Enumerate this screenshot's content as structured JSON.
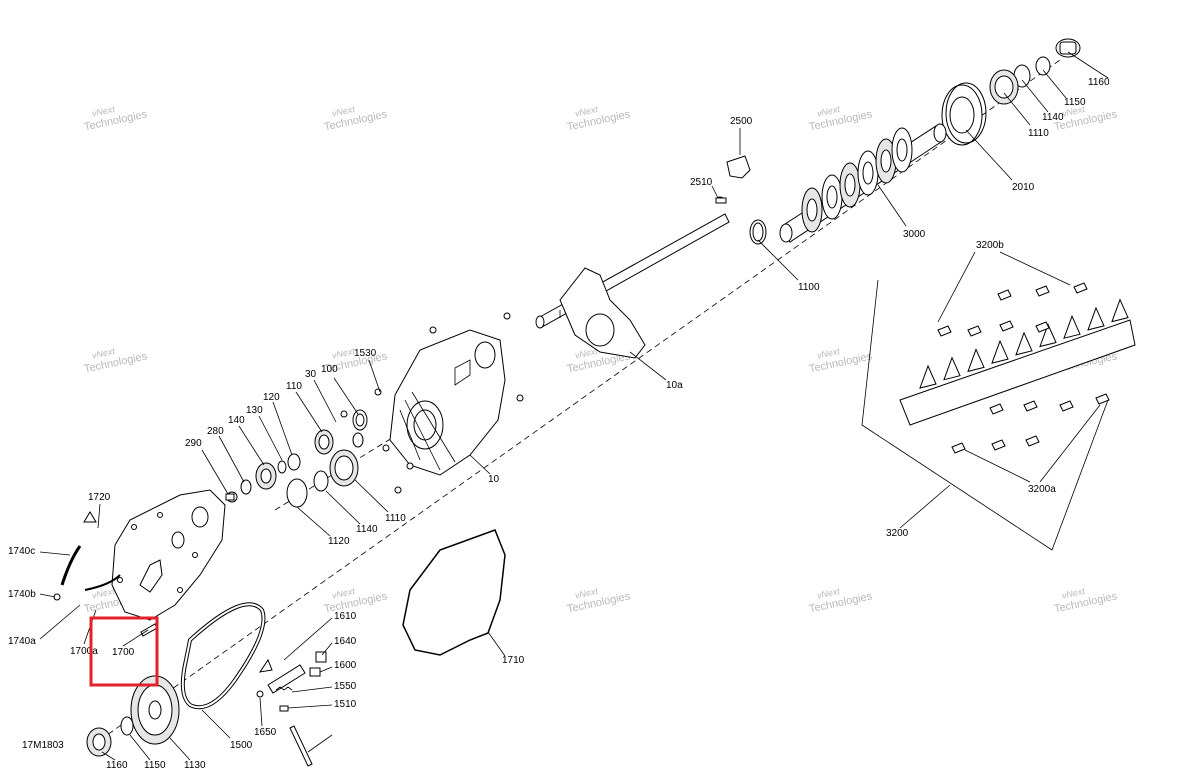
{
  "watermark": {
    "line1": "vNext",
    "line2": "Technologies",
    "repeat": 15
  },
  "highlight_color": "#e3212b",
  "line_color": "#000000",
  "watermark_color": "#b9b9b9",
  "callouts": {
    "p10": "10",
    "p10a": "10a",
    "p30": "30",
    "p100": "100",
    "p110": "110",
    "p120": "120",
    "p130": "130",
    "p140": "140",
    "p280": "280",
    "p290": "290",
    "p1100": "1100",
    "p1110a": "1110",
    "p1110b": "1110",
    "p1120": "1120",
    "p1130": "1130",
    "p1140a": "1140",
    "p1140b": "1140",
    "p1150a": "1150",
    "p1150b": "1150",
    "p1160a": "1160",
    "p1160b": "1160",
    "p1500": "1500",
    "p1510": "1510",
    "p1530": "1530",
    "p1550": "1550",
    "p1600": "1600",
    "p1610": "1610",
    "p1640": "1640",
    "p1650": "1650",
    "p1700": "1700",
    "p1700a": "1700a",
    "p1710": "1710",
    "p1720": "1720",
    "p1740a": "1740a",
    "p1740b": "1740b",
    "p1740c": "1740c",
    "p2010": "2010",
    "p2500": "2500",
    "p2510": "2510",
    "p3000": "3000",
    "p3200": "3200",
    "p3200a": "3200a",
    "p3200b": "3200b"
  },
  "figure_id": "17M1803"
}
